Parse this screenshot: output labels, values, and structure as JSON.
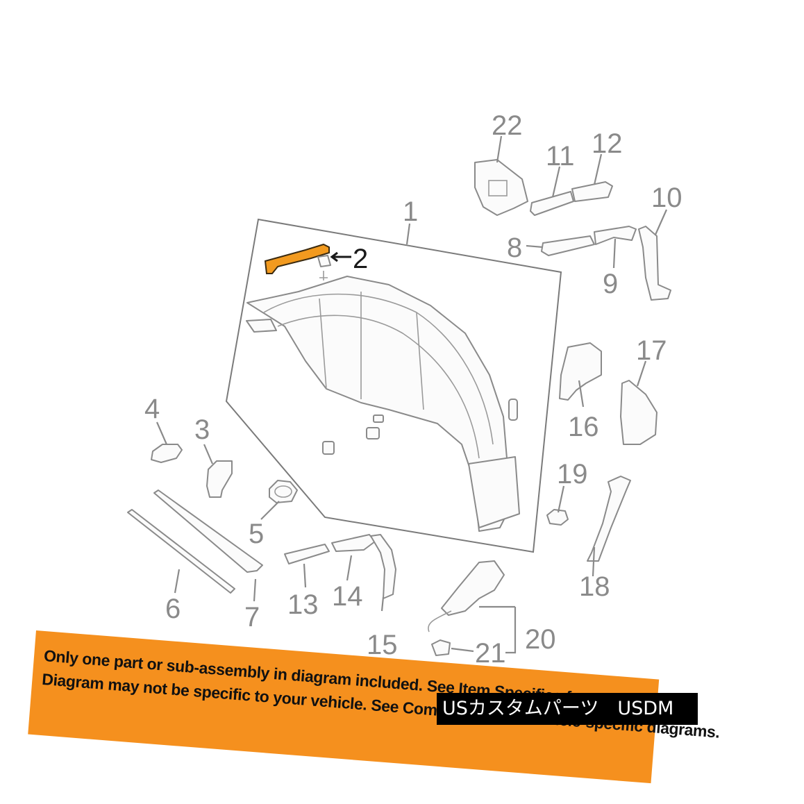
{
  "diagram": {
    "callouts": [
      {
        "id": "1",
        "label": "1"
      },
      {
        "id": "2",
        "label": "2"
      },
      {
        "id": "3",
        "label": "3"
      },
      {
        "id": "4",
        "label": "4"
      },
      {
        "id": "5",
        "label": "5"
      },
      {
        "id": "6",
        "label": "6"
      },
      {
        "id": "7",
        "label": "7"
      },
      {
        "id": "8",
        "label": "8"
      },
      {
        "id": "9",
        "label": "9"
      },
      {
        "id": "10",
        "label": "10"
      },
      {
        "id": "11",
        "label": "11"
      },
      {
        "id": "12",
        "label": "12"
      },
      {
        "id": "13",
        "label": "13"
      },
      {
        "id": "14",
        "label": "14"
      },
      {
        "id": "15",
        "label": "15"
      },
      {
        "id": "16",
        "label": "16"
      },
      {
        "id": "17",
        "label": "17"
      },
      {
        "id": "18",
        "label": "18"
      },
      {
        "id": "19",
        "label": "19"
      },
      {
        "id": "20",
        "label": "20"
      },
      {
        "id": "21",
        "label": "21"
      },
      {
        "id": "22",
        "label": "22"
      }
    ],
    "highlighted_part": "2",
    "highlight_color": "#f29a1f"
  },
  "banner": {
    "line1": "Only one part or sub-assembly in diagram included. See Item Specifics for Reference #.",
    "line2": "Diagram may not be specific to your vehicle. See Compatibility for vehicle-specific diagrams.",
    "color": "#f5901e"
  },
  "watermark": {
    "text": "USカスタムパーツ　USDM"
  }
}
